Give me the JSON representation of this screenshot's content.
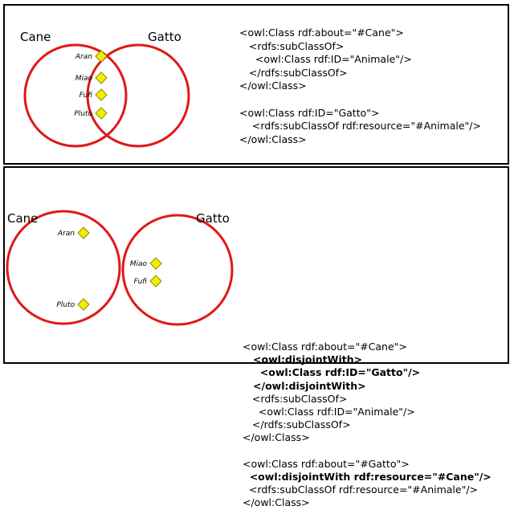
{
  "top_panel": {
    "sets": [
      {
        "label": "Cane"
      },
      {
        "label": "Gatto"
      }
    ],
    "individuals": [
      {
        "label": "Aran"
      },
      {
        "label": "Miao"
      },
      {
        "label": "Fufi"
      },
      {
        "label": "Pluto"
      }
    ],
    "code_lines": [
      "<owl:Class rdf:about=\"#Cane\">",
      "   <rdfs:subClassOf>",
      "     <owl:Class rdf:ID=\"Animale\"/>",
      "   </rdfs:subClassOf>",
      "</owl:Class>",
      "",
      "<owl:Class rdf:ID=\"Gatto\">",
      "    <rdfs:subClassOf rdf:resource=\"#Animale\"/>",
      "</owl:Class>"
    ]
  },
  "bottom_panel": {
    "sets": [
      {
        "label": "Cane"
      },
      {
        "label": "Gatto"
      }
    ],
    "individuals_cane": [
      {
        "label": "Aran"
      },
      {
        "label": "Pluto"
      }
    ],
    "individuals_gatto": [
      {
        "label": "Miao"
      },
      {
        "label": "Fufi"
      }
    ],
    "code_lines": [
      {
        "text": "<owl:Class rdf:about=\"#Cane\">",
        "bold": false
      },
      {
        "text": "   <owl:disjointWith>",
        "bold": true
      },
      {
        "text": "     <owl:Class rdf:ID=\"Gatto\"/>",
        "bold": true
      },
      {
        "text": "   </owl:disjointWith>",
        "bold": true
      },
      {
        "text": "   <rdfs:subClassOf>",
        "bold": false
      },
      {
        "text": "     <owl:Class rdf:ID=\"Animale\"/>",
        "bold": false
      },
      {
        "text": "   </rdfs:subClassOf>",
        "bold": false
      },
      {
        "text": "</owl:Class>",
        "bold": false
      },
      {
        "text": "",
        "bold": false
      },
      {
        "text": "<owl:Class rdf:about=\"#Gatto\">",
        "bold": false
      },
      {
        "text": "  <owl:disjointWith rdf:resource=\"#Cane\"/>",
        "bold": true
      },
      {
        "text": "  <rdfs:subClassOf rdf:resource=\"#Animale\"/>",
        "bold": false
      },
      {
        "text": "</owl:Class>",
        "bold": false
      }
    ]
  },
  "colors": {
    "circle_stroke": "#e01818",
    "diamond_fill": "#f2ee00",
    "diamond_stroke": "#8a8a00",
    "border": "#000000"
  }
}
